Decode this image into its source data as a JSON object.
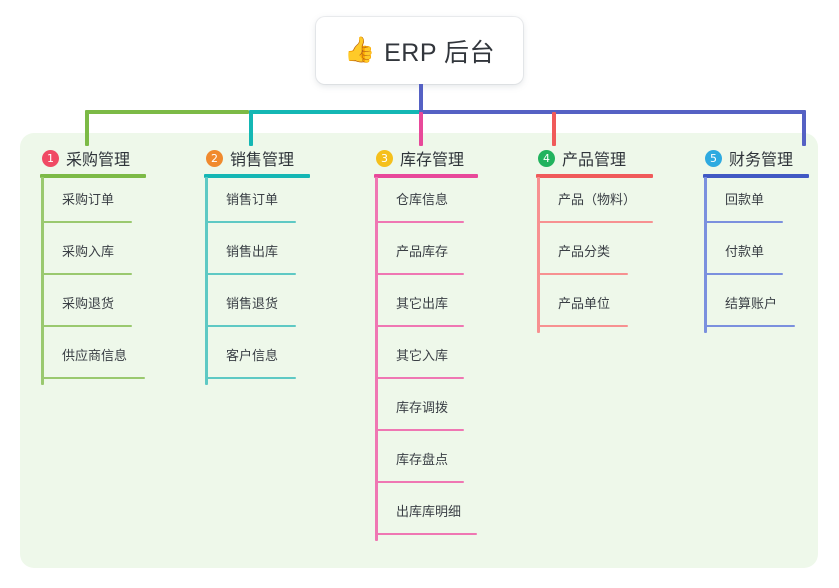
{
  "diagram": {
    "title": "ERP 后台",
    "root": {
      "icon": "thumbs-up-icon",
      "emoji": "👍",
      "label": "ERP 后台"
    },
    "panel_color": "#eef8ea",
    "columns": [
      {
        "index": "1",
        "title": "采购管理",
        "badge_color": "#f04a64",
        "line_color": "#7cba46",
        "items": [
          "采购订单",
          "采购入库",
          "采购退货",
          "供应商信息"
        ]
      },
      {
        "index": "2",
        "title": "销售管理",
        "badge_color": "#f08a2e",
        "line_color": "#14b7b4",
        "items": [
          "销售订单",
          "销售出库",
          "销售退货",
          "客户信息"
        ]
      },
      {
        "index": "3",
        "title": "库存管理",
        "badge_color": "#f5c01c",
        "line_color": "#e8499a",
        "items": [
          "仓库信息",
          "产品库存",
          "其它出库",
          "其它入库",
          "库存调拨",
          "库存盘点",
          "出库库明细"
        ]
      },
      {
        "index": "4",
        "title": "产品管理",
        "badge_color": "#22b35e",
        "line_color": "#f05a5a",
        "items": [
          "产品（物料）",
          "产品分类",
          "产品单位"
        ]
      },
      {
        "index": "5",
        "title": "财务管理",
        "badge_color": "#2eaae0",
        "line_color": "#4159c4",
        "items": [
          "回款单",
          "付款单",
          "结算账户"
        ]
      }
    ],
    "connectors": {
      "trunk_color": "#5561c4",
      "segment_1_color": "#7cba46",
      "segment_2_color": "#14b7b4",
      "segment_3_color": "#5561c4",
      "drop_1_color": "#7cba46",
      "drop_2_color": "#14b7b4",
      "drop_3_color": "#e8499a",
      "drop_4_color": "#f05a5a",
      "drop_5_color": "#5561c4"
    }
  }
}
